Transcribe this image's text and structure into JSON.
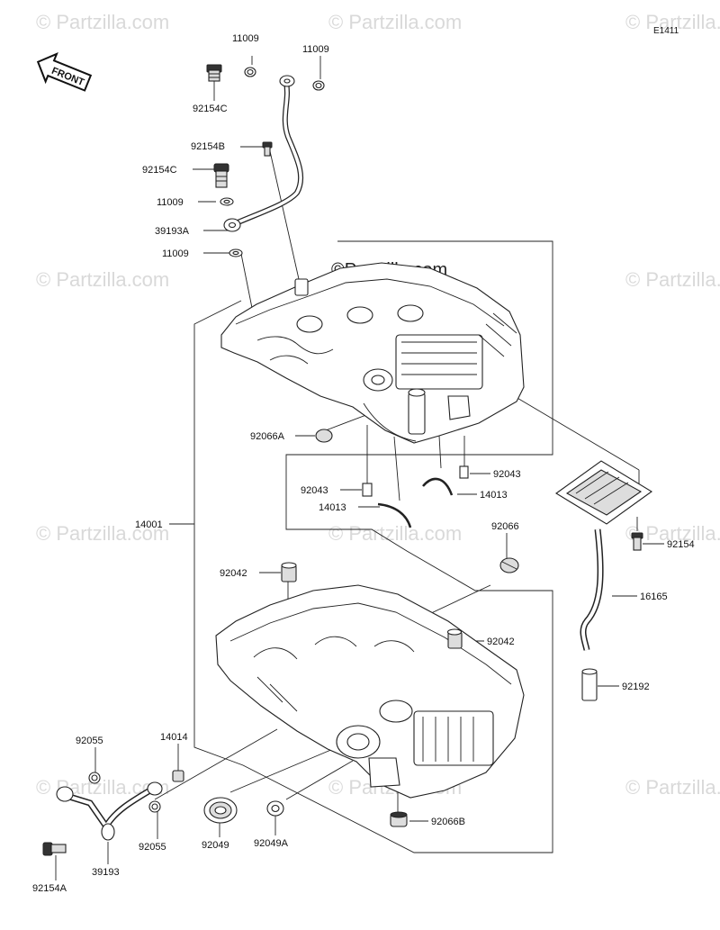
{
  "diagram_code": "E1411",
  "front_label": "FRONT",
  "watermark": "© Partzilla.com",
  "center_watermark": "©Partzilla.com",
  "parts": {
    "p11009_a": "11009",
    "p11009_b": "11009",
    "p92154c_a": "92154C",
    "p92154b": "92154B",
    "p92154c_b": "92154C",
    "p11009_c": "11009",
    "p39193a": "39193A",
    "p11009_d": "11009",
    "p92066a": "92066A",
    "p92043_a": "92043",
    "p92043_b": "92043",
    "p14013_a": "14013",
    "p14013_b": "14013",
    "p14001": "14001",
    "p92066": "92066",
    "p92042_a": "92042",
    "p92042_b": "92042",
    "p92154": "92154",
    "p16165": "16165",
    "p92192": "92192",
    "p92055_a": "92055",
    "p14014": "14014",
    "p92055_b": "92055",
    "p39193": "39193",
    "p92049": "92049",
    "p92049a": "92049A",
    "p92066b": "92066B",
    "p92154a": "92154A"
  }
}
